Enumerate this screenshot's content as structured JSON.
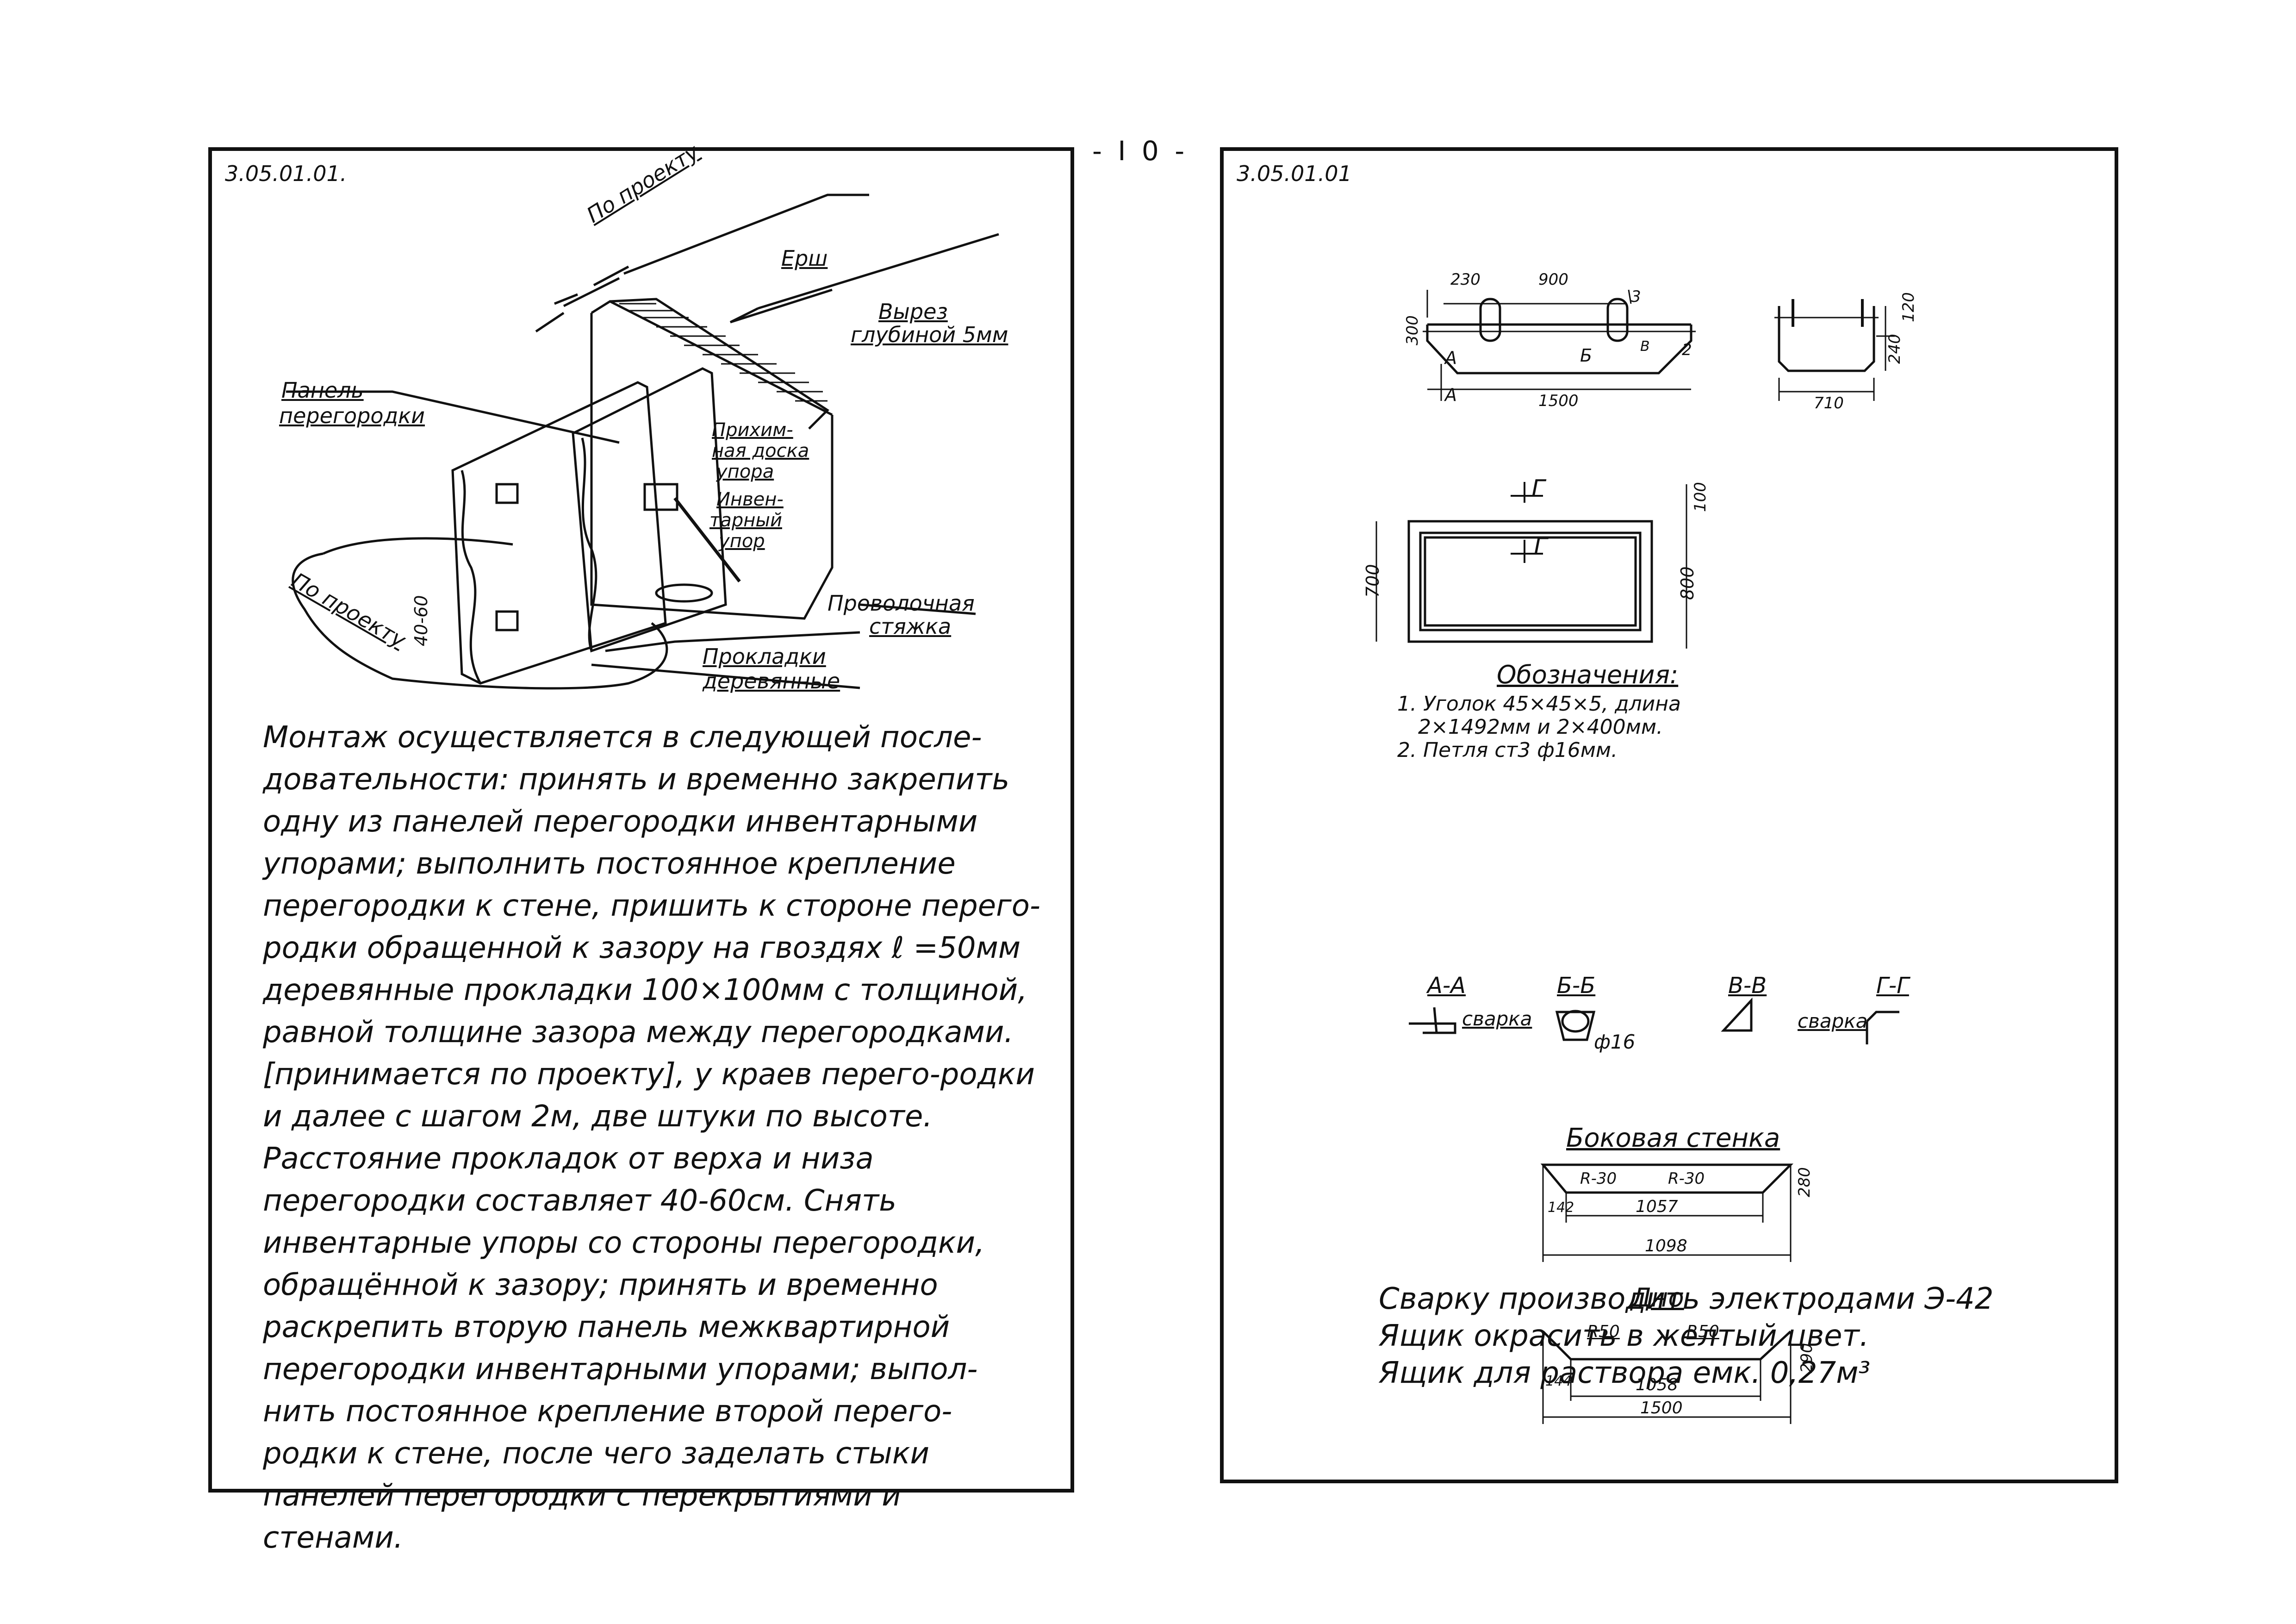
{
  "page": {
    "number": "- I 0 -"
  },
  "left": {
    "code": "3.05.01.01.",
    "labels": {
      "po_proektu_top": "По проекту",
      "ersh": "Ерш",
      "vyrez_1": "Вырез",
      "vyrez_2": "глубиной 5мм",
      "panel_1": "Панель",
      "panel_2": "перегородки",
      "prikhvat_1": "Прихим-",
      "prikhvat_2": "ная доска",
      "prikhvat_3": "упора",
      "inventar_1": "Инвен-",
      "inventar_2": "тарный",
      "inventar_3": "упор",
      "po_proektu_bottom": "По проекту",
      "dim_40_60": "40-60",
      "provolochnaya_1": "Проволочная",
      "provolochnaya_2": "стяжка",
      "prokladki_1": "Прокладки",
      "prokladki_2": "деревянные"
    },
    "procedure": "Монтаж осуществляется в следующей после-довательности: принять и временно закрепить одну из панелей перегородки инвентарными упорами; выполнить постоянное крепление перегородки к стене, пришить к стороне перего-родки обращенной к зазору на гвоздях ℓ =50мм деревянные прокладки 100×100мм с толщиной, равной толщине зазора между перегородками. [принимается по проекту], у краев перего-родки и далее с шагом 2м, две штуки по высоте. Расстояние прокладок от верха и низа перегородки составляет 40-60см. Снять инвентарные упоры со стороны перегородки, обращённой к зазору; принять и временно раскрепить вторую панель межквартирной перегородки инвентарными упорами; выпол-нить постоянное крепление второй перего-родки к стене, после чего заделать стыки панелей перегородки с перекрытиями и стенами."
  },
  "right": {
    "code": "3.05.01.01",
    "front_view": {
      "dim_230": "230",
      "dim_900": "900",
      "dim_1500": "1500",
      "dim_300": "300",
      "mark_3": "3",
      "mark_2": "2",
      "sec_a_top": "A",
      "sec_a_bottom": "A",
      "sec_b": "Б",
      "sec_v": "В"
    },
    "side_view": {
      "dim_120": "120",
      "dim_240": "240",
      "dim_710": "710"
    },
    "plan_view": {
      "sec_g_top": "Г",
      "sec_g_bottom": "Г",
      "dim_100": "100",
      "dim_700": "700",
      "dim_800": "800"
    },
    "legend_title": "Обозначения:",
    "legend": [
      "1. Уголок 45×45×5, длина",
      "2×1492мм и 2×400мм.",
      "2. Петля ст3 ф16мм."
    ],
    "sections": {
      "aa": "А-А",
      "aa_note": "сварка",
      "bb": "Б-Б",
      "bb_dim": "ф16",
      "vv": "В-В",
      "vv_note": "сварка",
      "gg": "Г-Г"
    },
    "side_wall": {
      "title": "Боковая стенка",
      "r1": "R-30",
      "r2": "R-30",
      "h": "280",
      "d1": "142",
      "d2": "1057",
      "d3": "1098"
    },
    "bottom": {
      "title": "Дно",
      "r1": "R50",
      "r2": "R50",
      "h": "290",
      "d1": "144",
      "d2": "1058",
      "d3": "1500"
    },
    "notes": [
      "Сварку производить электродами Э-42",
      "Ящик окрасить в желтый цвет.",
      "Ящик для раствора емк. 0,27м³"
    ]
  }
}
